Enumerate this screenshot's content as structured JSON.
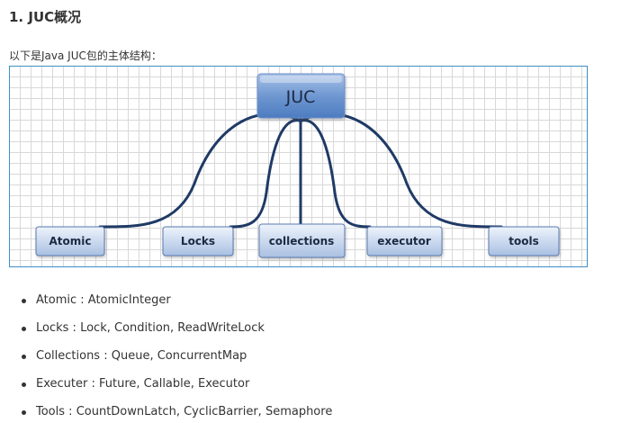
{
  "heading": "1. JUC概况",
  "intro": "以下是Java JUC包的主体结构：",
  "diagram": {
    "root": "JUC",
    "children": [
      "Atomic",
      "Locks",
      "collections",
      "executor",
      "tools"
    ]
  },
  "bullets": [
    {
      "name": "Atomic",
      "sep": " : ",
      "detail": "AtomicInteger"
    },
    {
      "name": "Locks",
      "sep": " : ",
      "detail": "Lock, Condition, ReadWriteLock"
    },
    {
      "name": "Collections",
      "sep": " : ",
      "detail": "Queue, ConcurrentMap"
    },
    {
      "name": "Executer",
      "sep": " : ",
      "detail": "Future, Callable, Executor"
    },
    {
      "name": "Tools",
      "sep": " : ",
      "detail": "CountDownLatch, CyclicBarrier, Semaphore"
    }
  ],
  "colors": {
    "frame_border": "#3f8fc3",
    "connector": "#1f3a66",
    "node_fill_top": "#e4ecf7",
    "node_fill_bottom": "#a9c0e2",
    "root_fill_top": "#8fb0de",
    "root_fill_bottom": "#4e7fc2"
  }
}
